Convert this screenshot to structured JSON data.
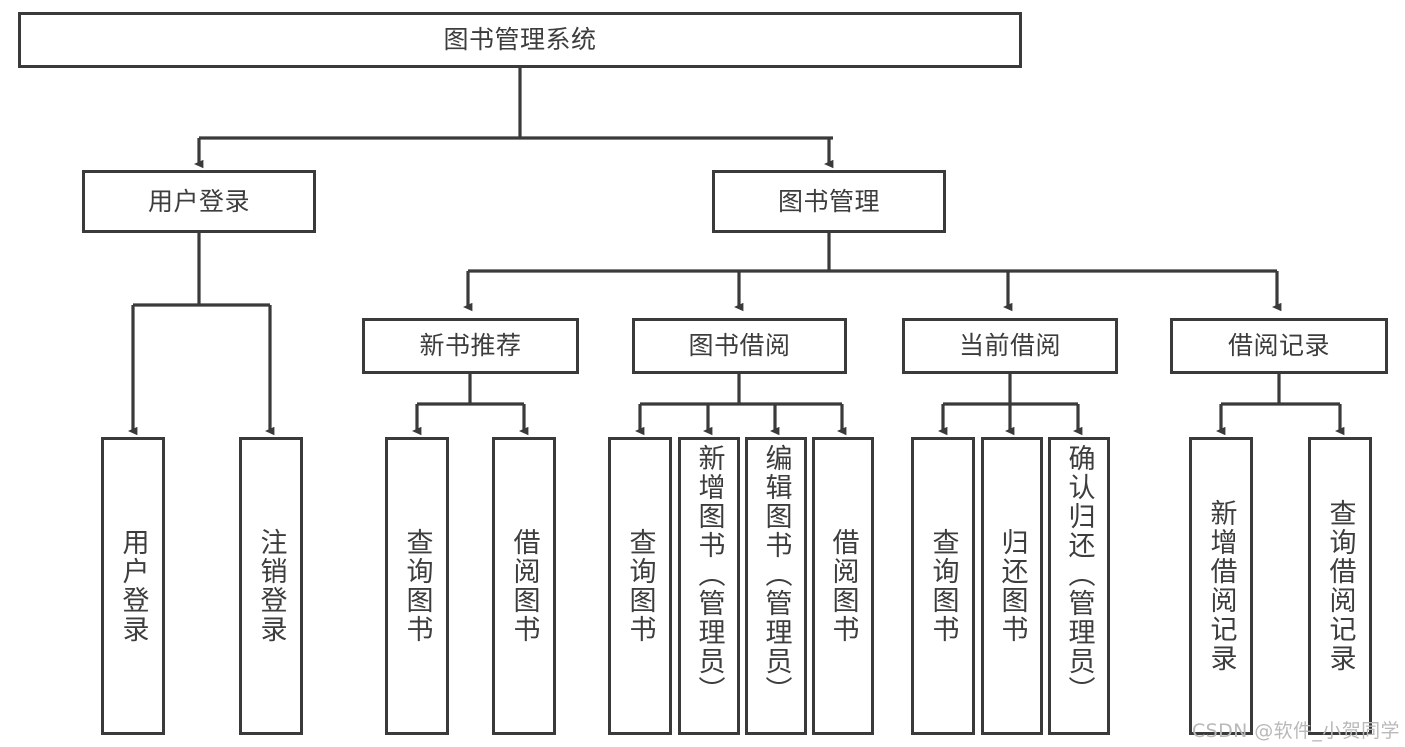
{
  "diagram": {
    "type": "tree",
    "title": "图书管理系统",
    "watermark": "CSDN @软件_小贺同学",
    "colors": {
      "box_border": "#3a3a3a",
      "box_fill": "#ffffff",
      "text": "#3d3d3d",
      "edge": "#3a3a3a",
      "watermark": "#b9b9b9",
      "background": "#ffffff"
    },
    "nodes": {
      "root": {
        "label": "图书管理系统"
      },
      "level2": [
        {
          "id": "user-login",
          "label": "用户登录"
        },
        {
          "id": "book-manage",
          "label": "图书管理"
        }
      ],
      "level3": [
        {
          "id": "new-book-recommend",
          "label": "新书推荐"
        },
        {
          "id": "book-borrow",
          "label": "图书借阅"
        },
        {
          "id": "current-borrow",
          "label": "当前借阅"
        },
        {
          "id": "borrow-record",
          "label": "借阅记录"
        }
      ],
      "leaves": {
        "user-login": [
          {
            "id": "leaf-user-login",
            "label": "用户登录"
          },
          {
            "id": "leaf-logout-login",
            "label": "注销登录"
          }
        ],
        "new-book-recommend": [
          {
            "id": "leaf-query-book-1",
            "label": "查询图书"
          },
          {
            "id": "leaf-borrow-book-1",
            "label": "借阅图书"
          }
        ],
        "book-borrow": [
          {
            "id": "leaf-query-book-2",
            "label": "查询图书"
          },
          {
            "id": "leaf-add-book",
            "label": "新增图书（管理员）"
          },
          {
            "id": "leaf-edit-book",
            "label": "编辑图书（管理员）"
          },
          {
            "id": "leaf-borrow-book-2",
            "label": "借阅图书"
          }
        ],
        "current-borrow": [
          {
            "id": "leaf-query-book-3",
            "label": "查询图书"
          },
          {
            "id": "leaf-return-book",
            "label": "归还图书"
          },
          {
            "id": "leaf-confirm-return",
            "label": "确认归还（管理员）"
          }
        ],
        "borrow-record": [
          {
            "id": "leaf-add-record",
            "label": "新增借阅记录"
          },
          {
            "id": "leaf-query-record",
            "label": "查询借阅记录"
          }
        ]
      }
    }
  }
}
